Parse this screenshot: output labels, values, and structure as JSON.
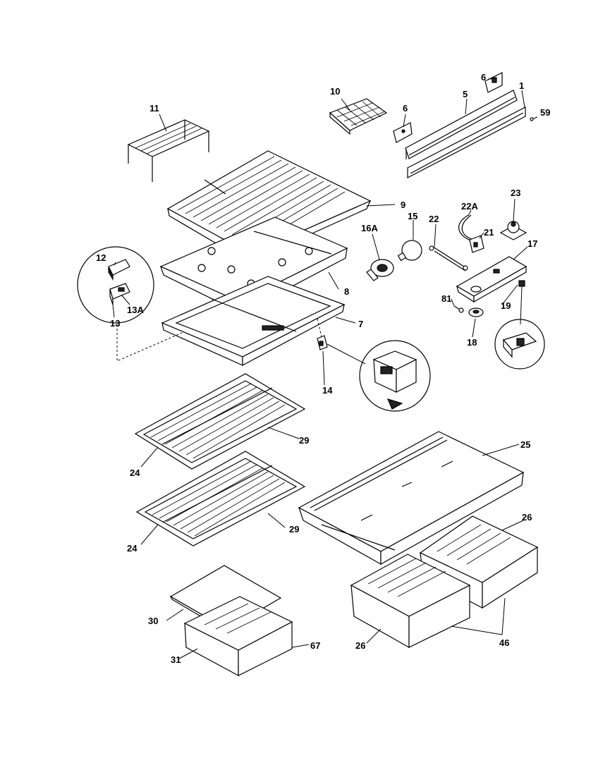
{
  "header": {
    "left_fragment": "",
    "right_fragment": ""
  },
  "callouts": {
    "c1": "1",
    "c5": "5",
    "c6a": "6",
    "c6b": "6",
    "c59": "59",
    "c10": "10",
    "c11": "11",
    "c9": "9",
    "c22a": "22A",
    "c23": "23",
    "c15": "15",
    "c16a": "16A",
    "c22": "22",
    "c21": "21",
    "c17": "17",
    "c12": "12",
    "c13a": "13A",
    "c13": "13",
    "c8": "8",
    "c7": "7",
    "c81": "81",
    "c19": "19",
    "c18": "18",
    "c14": "14",
    "c29a": "29",
    "c24a": "24",
    "c25": "25",
    "c29b": "29",
    "c24b": "24",
    "c26a": "26",
    "c30": "30",
    "c67": "67",
    "c31": "31",
    "c26b": "26",
    "c46": "46"
  }
}
